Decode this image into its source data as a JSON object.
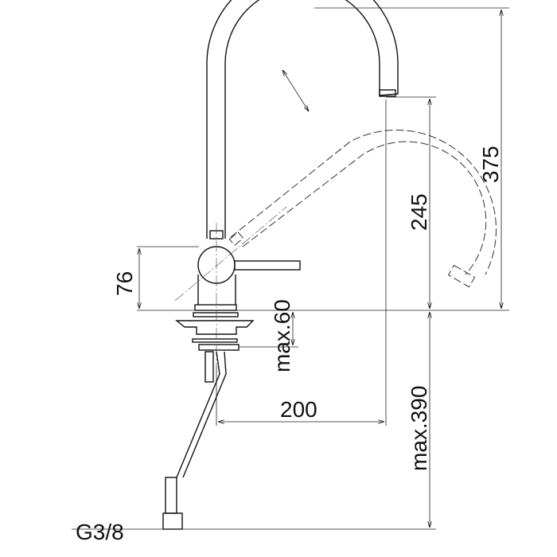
{
  "dimensions": {
    "total_height": "375",
    "spout_height": "245",
    "lever_height": "76",
    "max_counter_thickness": "max.60",
    "spout_reach": "200",
    "max_below_counter": "max.390",
    "connection_thread": "G3/8"
  }
}
